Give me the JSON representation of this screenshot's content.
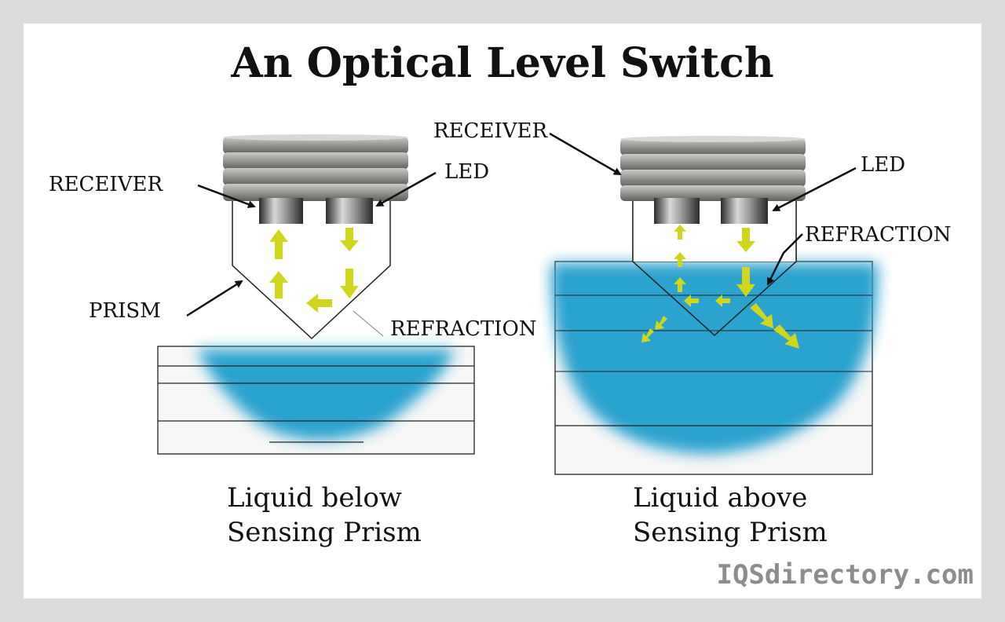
{
  "title": "An Optical Level Switch",
  "left": {
    "receiver": "RECEIVER",
    "led": "LED",
    "prism": "PRISM",
    "refraction": "REFRACTION",
    "caption_line1": "Liquid below",
    "caption_line2": "Sensing Prism"
  },
  "right": {
    "receiver": "RECEIVER",
    "led": "LED",
    "refraction": "REFRACTION",
    "caption_line1": "Liquid above",
    "caption_line2": "Sensing Prism"
  },
  "brand": "IQSdirectory.com",
  "colors": {
    "liquid": "#2aa3cf",
    "arrow": "#cfd61c",
    "housing": "#8e8e8a",
    "background": "#ffffff",
    "frame": "#dcdcdc"
  }
}
